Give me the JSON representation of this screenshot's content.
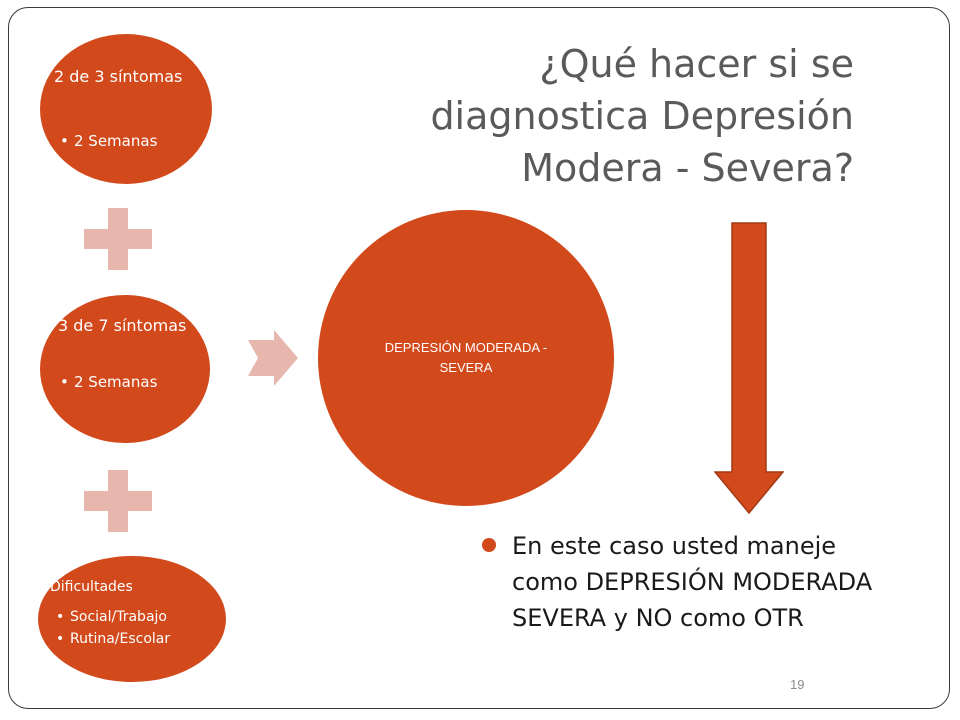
{
  "title": {
    "lines": [
      "¿Qué hacer si se",
      "diagnostica Depresión",
      "Modera - Severa?"
    ]
  },
  "ellipses": [
    {
      "heading": "2 de 3 síntomas",
      "bullets": [
        "2 Semanas"
      ]
    },
    {
      "heading": "3 de 7 síntomas",
      "bullets": [
        "2 Semanas"
      ]
    },
    {
      "heading": "Dificultades",
      "bullets": [
        "Social/Trabajo",
        "Rutina/Escolar"
      ]
    }
  ],
  "result": {
    "label": "DEPRESIÓN MODERADA - SEVERA"
  },
  "body": {
    "lines": [
      "En este caso usted maneje",
      "como DEPRESIÓN MODERADA",
      "SEVERA y NO como OTR"
    ]
  },
  "page_number": "19",
  "colors": {
    "accent": "#d2491c",
    "plus": "#e7b7ae",
    "title": "#5a5a5a"
  },
  "icons": {
    "plus": "plus-icon",
    "arrow_right": "arrow-right-icon",
    "arrow_down": "arrow-down-icon"
  }
}
